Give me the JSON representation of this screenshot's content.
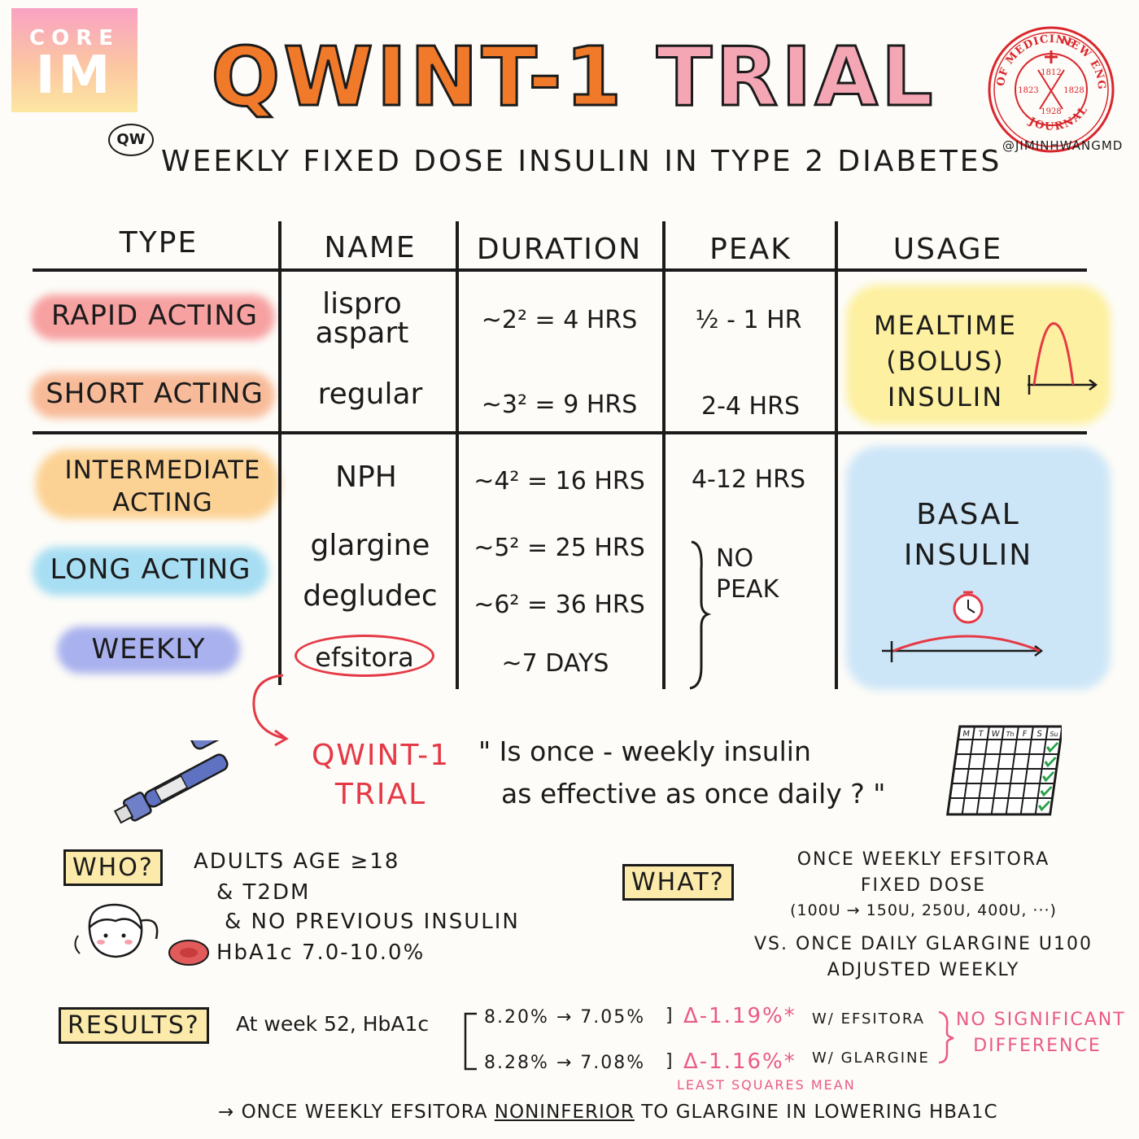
{
  "header": {
    "logo_line1": "CORE",
    "logo_line2": "IM",
    "title_part1": "QWINT-1",
    "title_part2": "TRIAL",
    "qw_badge": "QW",
    "subtitle": "WEEKLY FIXED DOSE INSULIN IN TYPE 2 DIABETES",
    "handle": "@JIMINHWANGMD"
  },
  "seal": {
    "top_text": "NEW ENGLAND",
    "left_text": "OF MEDICINE",
    "bottom_text": "JOURNAL",
    "year_top": "1812",
    "year_left": "1823",
    "year_right": "1828",
    "year_bottom": "1928",
    "color": "#d9262c"
  },
  "table": {
    "headers": [
      "TYPE",
      "NAME",
      "DURATION",
      "PEAK",
      "USAGE"
    ],
    "rows": [
      {
        "type": "RAPID ACTING",
        "name1": "lispro",
        "name2": "aspart",
        "duration": "~2² = 4 HRS",
        "peak": "½ - 1 HR",
        "color": "#f28b8b"
      },
      {
        "type": "SHORT ACTING",
        "name1": "regular",
        "duration": "~3² = 9 HRS",
        "peak": "2-4 HRS",
        "color": "#f6a77f"
      },
      {
        "type": "INTERMEDIATE ACTING",
        "name1": "NPH",
        "duration": "~4² = 16 HRS",
        "peak": "4-12 HRS",
        "color": "#fbc57a"
      },
      {
        "type": "LONG ACTING",
        "name1": "glargine",
        "name2": "degludec",
        "duration": "~5² = 25 HRS",
        "duration2": "~6² = 36 HRS",
        "color": "#8fd3ef"
      },
      {
        "type": "WEEKLY",
        "name1": "efsitora",
        "duration": "~7 DAYS",
        "color": "#8f9be8"
      }
    ],
    "no_peak": "NO PEAK",
    "usage_mealtime_1": "MEALTIME",
    "usage_mealtime_2": "(BOLUS)",
    "usage_mealtime_3": "INSULIN",
    "usage_basal_1": "BASAL",
    "usage_basal_2": "INSULIN",
    "mealtime_color": "#fdf0a0",
    "basal_color": "#cde6f7",
    "accent": "#e53946"
  },
  "trial": {
    "name_1": "QWINT-1",
    "name_2": "TRIAL",
    "question_1": "\" Is once - weekly insulin",
    "question_2": "as effective as once daily ? \"",
    "calendar_days": [
      "M",
      "T",
      "W",
      "Th",
      "F",
      "S",
      "Su"
    ]
  },
  "who": {
    "tag": "WHO?",
    "line1": "ADULTS AGE ≥18",
    "line2": "& T2DM",
    "line3": "& NO PREVIOUS INSULIN",
    "line4": "HbA1c 7.0-10.0%"
  },
  "what": {
    "tag": "WHAT?",
    "line1": "ONCE WEEKLY EFSITORA",
    "line2": "FIXED DOSE",
    "line3": "(100U → 150U, 250U, 400U, ···)",
    "line4": "VS. ONCE DAILY GLARGINE U100",
    "line5": "ADJUSTED WEEKLY"
  },
  "results": {
    "tag": "RESULTS?",
    "intro": "At week 52, HbA1c",
    "row1_values": "8.20% → 7.05%",
    "row1_delta": "Δ-1.19%*",
    "row1_arm": "W/ EFSITORA",
    "row2_values": "8.28% → 7.08%",
    "row2_delta": "Δ-1.16%*",
    "row2_arm": "W/ GLARGINE",
    "footnote": "LEAST SQUARES MEAN",
    "verdict_1": "NO SIGNIFICANT",
    "verdict_2": "DIFFERENCE",
    "conclusion_1": "→ ONCE WEEKLY EFSITORA",
    "conclusion_2": "NONINFERIOR",
    "conclusion_3": "TO GLARGINE IN LOWERING HBA1C",
    "pink": "#ea5a86"
  }
}
